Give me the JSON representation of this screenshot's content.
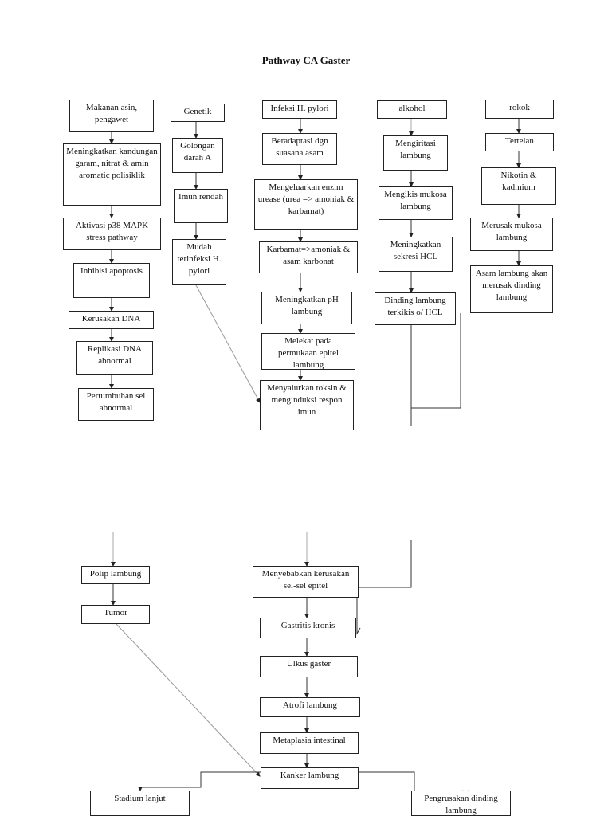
{
  "title": "Pathway CA Gaster",
  "nodes": {
    "makanan": "Makanan asin, pengawet",
    "meningkatkan_kandungan": "Meningkatkan kandungan garam, nitrat & amin aromatic polisiklik",
    "aktivasi": "Aktivasi p38 MAPK stress pathway",
    "inhibisi": "Inhibisi apoptosis",
    "kerusakan_dna": "Kerusakan DNA",
    "replikasi": "Replikasi DNA abnormal",
    "pertumbuhan": "Pertumbuhan sel abnormal",
    "genetik": "Genetik",
    "golongan": "Golongan darah A",
    "imun": "Imun rendah",
    "mudah": "Mudah terinfeksi H. pylori",
    "infeksi": "Infeksi H. pylori",
    "beradaptasi": "Beradaptasi dgn suasana asam",
    "mengeluarkan": "Mengeluarkan enzim urease (urea => amoniak & karbamat)",
    "karbamat": "Karbamat=>amoniak & asam karbonat",
    "meningkatkan_ph": "Meningkatkan pH lambung",
    "melekat": "Melekat pada permukaan epitel lambung",
    "menyalurkan": "Menyalurkan toksin & menginduksi respon imun",
    "alkohol": "alkohol",
    "mengiritasi": "Mengiritasi lambung",
    "mengikis": "Mengikis mukosa lambung",
    "meningkatkan_hcl": "Meningkatkan sekresi HCL",
    "dinding": "Dinding lambung terkikis o/ HCL",
    "rokok": "rokok",
    "tertelan": "Tertelan",
    "nikotin": "Nikotin & kadmium",
    "merusak": "Merusak mukosa lambung",
    "asam_lambung": "Asam lambung akan merusak dinding lambung",
    "polip": "Polip lambung",
    "tumor": "Tumor",
    "menyebabkan": "Menyebabkan kerusakan sel-sel epitel",
    "gastritis": "Gastritis kronis",
    "ulkus": "Ulkus gaster",
    "atrofi": "Atrofi lambung",
    "metaplasia": "Metaplasia intestinal",
    "kanker": "Kanker lambung",
    "stadium": "Stadium lanjut",
    "pengrusakan": "Pengrusakan dinding lambung"
  }
}
